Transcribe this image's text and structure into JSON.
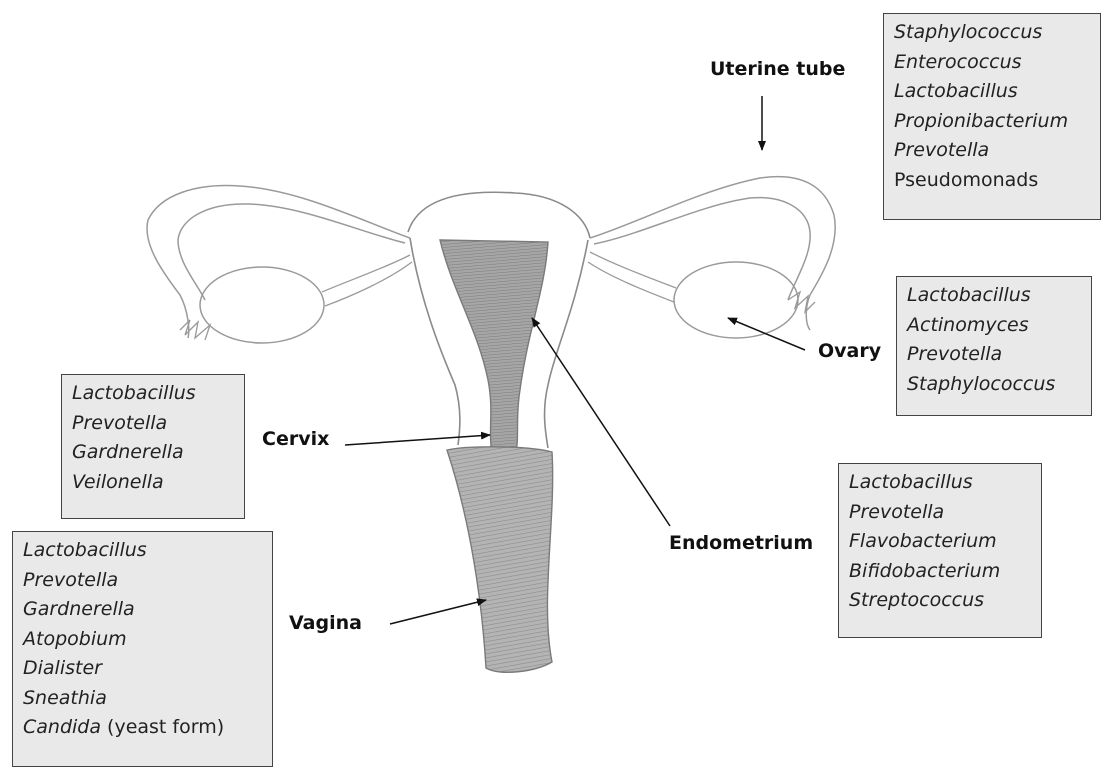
{
  "organs": {
    "uterine_tube": {
      "label": "Uterine tube",
      "microbes": [
        {
          "genus": "Staphylococcus",
          "note": ""
        },
        {
          "genus": "Enterococcus",
          "note": ""
        },
        {
          "genus": "Lactobacillus",
          "note": ""
        },
        {
          "genus": "Propionibacterium",
          "note": ""
        },
        {
          "genus": "Prevotella",
          "note": ""
        },
        {
          "plain": "Pseudomonads"
        }
      ]
    },
    "ovary": {
      "label": "Ovary",
      "microbes": [
        {
          "genus": "Lactobacillus",
          "note": ""
        },
        {
          "genus": "Actinomyces",
          "note": ""
        },
        {
          "genus": "Prevotella",
          "note": ""
        },
        {
          "genus": "Staphylococcus",
          "note": ""
        }
      ]
    },
    "cervix": {
      "label": "Cervix",
      "microbes": [
        {
          "genus": "Lactobacillus",
          "note": ""
        },
        {
          "genus": "Prevotella",
          "note": ""
        },
        {
          "genus": "Gardnerella",
          "note": ""
        },
        {
          "genus": "Veilonella",
          "note": ""
        }
      ]
    },
    "endometrium": {
      "label": "Endometrium",
      "microbes": [
        {
          "genus": "Lactobacillus",
          "note": ""
        },
        {
          "genus": "Prevotella",
          "note": ""
        },
        {
          "genus": "Flavobacterium",
          "note": ""
        },
        {
          "genus": "Bifidobacterium",
          "note": ""
        },
        {
          "genus": "Streptococcus",
          "note": ""
        }
      ]
    },
    "vagina": {
      "label": "Vagina",
      "microbes": [
        {
          "genus": "Lactobacillus",
          "note": ""
        },
        {
          "genus": "Prevotella",
          "note": ""
        },
        {
          "genus": "Gardnerella",
          "note": ""
        },
        {
          "genus": "Atopobium",
          "note": ""
        },
        {
          "genus": "Dialister",
          "note": ""
        },
        {
          "genus": "Sneathia",
          "note": ""
        },
        {
          "genus": "Candida",
          "note": " (yeast form)"
        }
      ]
    }
  },
  "colors": {
    "box_fill": "#e9e9e9",
    "box_border": "#444444",
    "sketch_line": "#8a8a8a",
    "sketch_shade": "#9a9a9a"
  }
}
